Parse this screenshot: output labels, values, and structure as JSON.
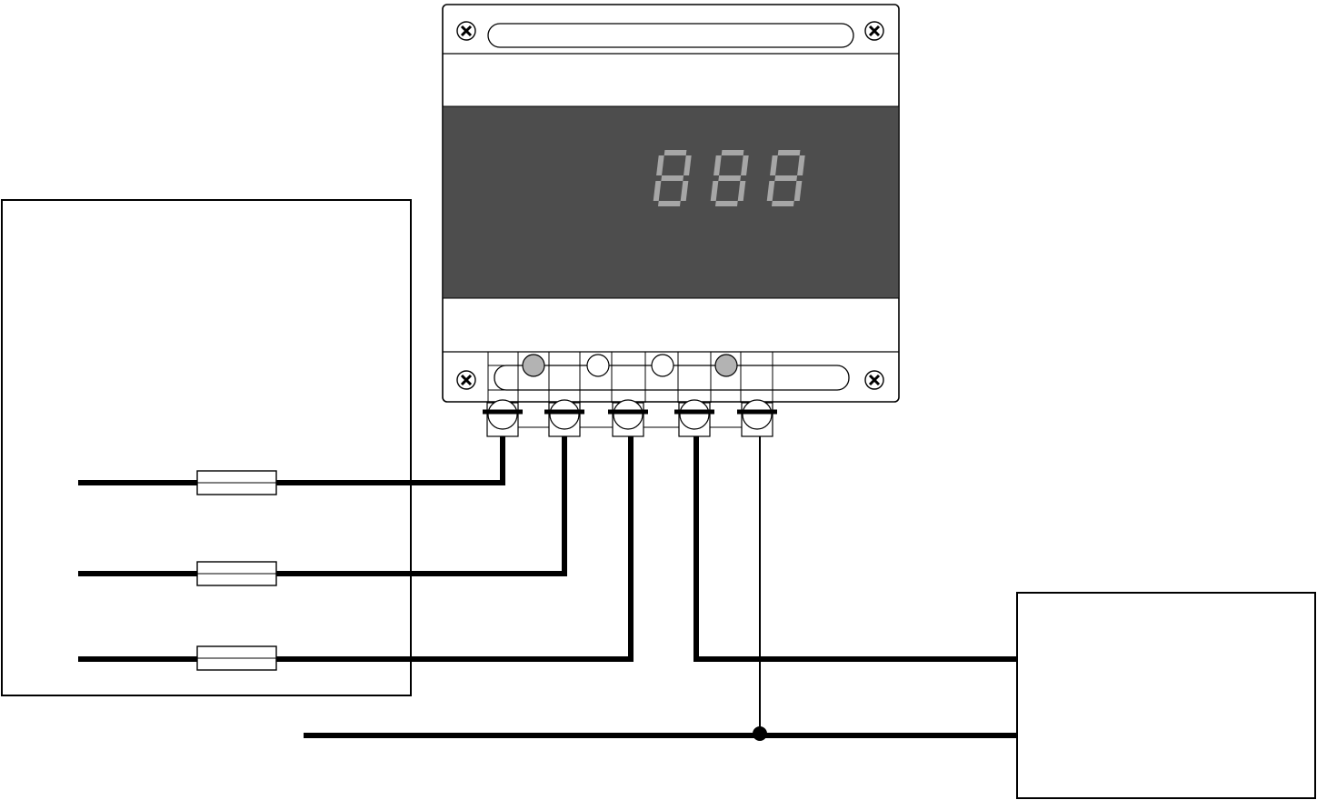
{
  "display": {
    "digits": [
      "8",
      "8",
      "8"
    ],
    "background_color": "#4d4d4d",
    "segment_color": "#a6a6a6"
  },
  "indicator_leds": [
    {
      "state": "on",
      "color": "#b3b3b3"
    },
    {
      "state": "off",
      "color": "#ffffff"
    },
    {
      "state": "off",
      "color": "#ffffff"
    },
    {
      "state": "on",
      "color": "#b3b3b3"
    }
  ],
  "terminals": {
    "count": 5
  },
  "fuses": {
    "count": 3
  },
  "mount_screws": [
    {
      "icon": "screw-x-icon"
    },
    {
      "icon": "screw-x-icon"
    },
    {
      "icon": "screw-x-icon"
    },
    {
      "icon": "screw-x-icon"
    }
  ],
  "colors": {
    "line": "#000000",
    "device_body": "#ffffff",
    "led_on": "#b3b3b3"
  }
}
